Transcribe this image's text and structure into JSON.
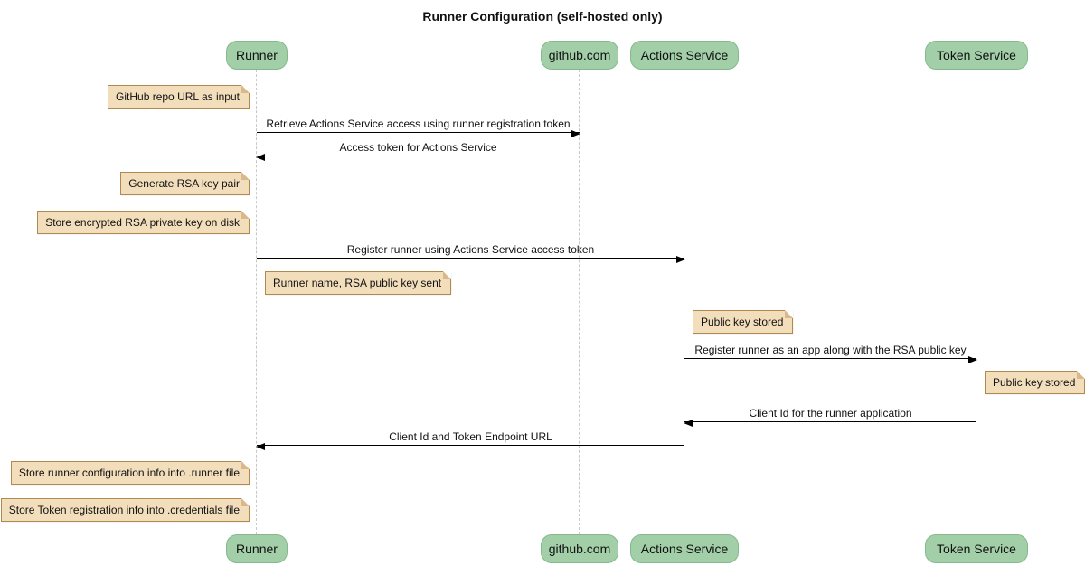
{
  "type": "sequence-diagram",
  "title": "Runner Configuration (self-hosted only)",
  "participants": [
    {
      "label": "Runner"
    },
    {
      "label": "github.com"
    },
    {
      "label": "Actions Service"
    },
    {
      "label": "Token Service"
    }
  ],
  "messages": [
    {
      "from": "Runner",
      "to": "github.com",
      "label": "Retrieve Actions Service access using runner registration token"
    },
    {
      "from": "github.com",
      "to": "Runner",
      "label": "Access token for Actions Service"
    },
    {
      "from": "Runner",
      "to": "Actions Service",
      "label": "Register runner using Actions Service access token"
    },
    {
      "from": "Actions Service",
      "to": "Token Service",
      "label": "Register runner as an app along with the RSA public key"
    },
    {
      "from": "Token Service",
      "to": "Actions Service",
      "label": "Client Id for the runner application"
    },
    {
      "from": "Actions Service",
      "to": "Runner",
      "label": "Client Id and Token Endpoint URL"
    }
  ],
  "notes": [
    {
      "position": "left of Runner",
      "label": "GitHub repo URL as input"
    },
    {
      "position": "left of Runner",
      "label": "Generate RSA key pair"
    },
    {
      "position": "left of Runner",
      "label": "Store encrypted RSA private key on disk"
    },
    {
      "position": "right of Runner",
      "label": "Runner name, RSA public key sent"
    },
    {
      "position": "right of Actions Service",
      "label": "Public key stored"
    },
    {
      "position": "right of Token Service",
      "label": "Public key stored"
    },
    {
      "position": "left of Runner",
      "label": "Store runner configuration info into .runner file"
    },
    {
      "position": "left of Runner",
      "label": "Store Token registration info into .credentials file"
    }
  ],
  "colors": {
    "participant_fill": "#a3cfa8",
    "participant_border": "#84b98d",
    "note_fill": "#f3debc",
    "note_border": "#b08950",
    "note_fold": "#d9b98c",
    "lifeline": "#c8c8c8",
    "arrow": "#000000",
    "background": "#ffffff"
  }
}
